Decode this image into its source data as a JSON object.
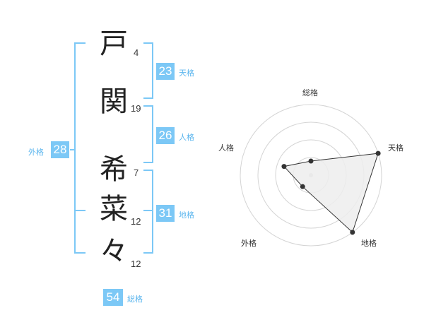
{
  "name": {
    "chars": [
      {
        "char": "戸",
        "strokes": "4"
      },
      {
        "char": "関",
        "strokes": "19"
      },
      {
        "char": "希",
        "strokes": "7"
      },
      {
        "char": "菜",
        "strokes": "12"
      },
      {
        "char": "々",
        "strokes": "12"
      }
    ]
  },
  "scores": {
    "tenkaku": {
      "value": "23",
      "label": "天格"
    },
    "jinkaku": {
      "value": "26",
      "label": "人格"
    },
    "chikaku": {
      "value": "31",
      "label": "地格"
    },
    "gaikaku": {
      "value": "28",
      "label": "外格"
    },
    "soukaku": {
      "value": "54",
      "label": "総格"
    }
  },
  "chart_data": {
    "type": "radar",
    "axes": [
      "総格",
      "天格",
      "地格",
      "外格",
      "人格"
    ],
    "values": [
      0.2,
      1.0,
      1.0,
      0.2,
      0.4
    ],
    "max": 1.0,
    "rings": 4,
    "colors": {
      "fill": "#ededed",
      "line": "#333333",
      "ring": "#d4d4d4",
      "point": "#333333",
      "center": "#cccccc"
    }
  },
  "colors": {
    "accent": "#7cc8f6"
  }
}
